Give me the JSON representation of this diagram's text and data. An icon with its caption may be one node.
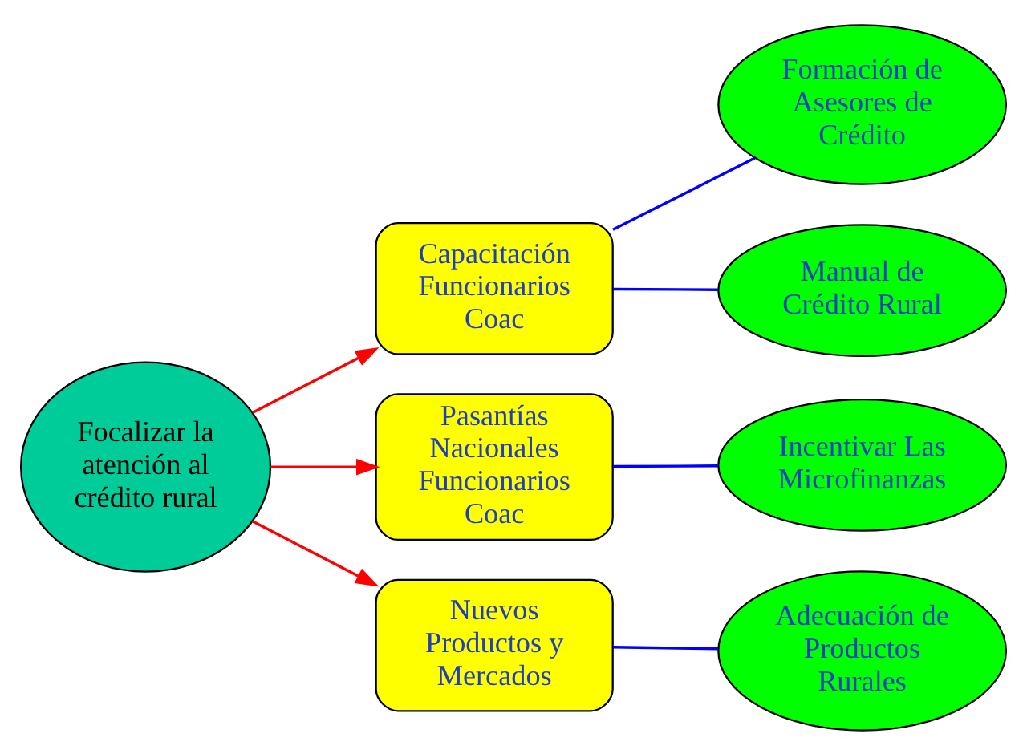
{
  "diagram": {
    "nodes": [
      {
        "text": [
          "Focalizar la atención al crédito rural"
        ]
      },
      {
        "text": [
          "Capacitación Funcionarios Coac"
        ]
      },
      {
        "text": [
          "Pasantías Nacionales Funcionarios Coac"
        ]
      },
      {
        "text": [
          "Nuevos Productos y Mercados"
        ]
      },
      {
        "text": [
          "Formación de Asesores de Crédito"
        ]
      },
      {
        "text": [
          "Manual de Crédito Rural"
        ]
      },
      {
        "text": [
          "Incentivar Las Microfinanzas"
        ]
      },
      {
        "text": [
          "Adecuación de Productos Rurales"
        ]
      }
    ],
    "edges": [
      {
        "from": 0,
        "to": 1,
        "arrow": "to",
        "color": "#ff0000"
      },
      {
        "from": 0,
        "to": 2,
        "arrow": "to",
        "color": "#ff0000"
      },
      {
        "from": 0,
        "to": 3,
        "arrow": "to",
        "color": "#ff0000"
      },
      {
        "from": 1,
        "to": 4,
        "arrow": "none",
        "color": "#0000ff"
      },
      {
        "from": 1,
        "to": 5,
        "arrow": "none",
        "color": "#0000ff"
      },
      {
        "from": 2,
        "to": 6,
        "arrow": "none",
        "color": "#0000ff"
      },
      {
        "from": 3,
        "to": 7,
        "arrow": "none",
        "color": "#0000ff"
      }
    ]
  }
}
